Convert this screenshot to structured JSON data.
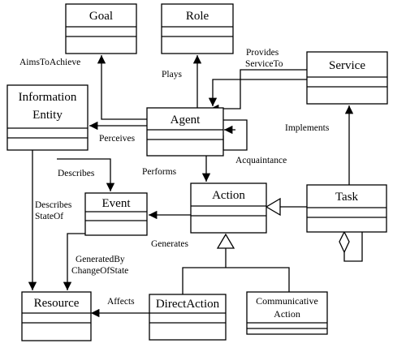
{
  "classes": {
    "goal": "Goal",
    "role": "Role",
    "service": "Service",
    "information_entity_line1": "Information",
    "information_entity_line2": "Entity",
    "agent": "Agent",
    "event": "Event",
    "action": "Action",
    "task": "Task",
    "resource": "Resource",
    "direct_action": "DirectAction",
    "communicative_action_line1": "Communicative",
    "communicative_action_line2": "Action"
  },
  "relations": {
    "aims_to_achieve": "AimsToAchieve",
    "plays": "Plays",
    "provides_service_to_line1": "Provides",
    "provides_service_to_line2": "ServiceTo",
    "perceives": "Perceives",
    "implements": "Implements",
    "acquaintance": "Acquaintance",
    "describes": "Describes",
    "performs": "Performs",
    "describes_state_of_line1": "Describes",
    "describes_state_of_line2": "StateOf",
    "generates": "Generates",
    "generated_by_line1": "GeneratedBy",
    "generated_by_line2": "ChangeOfState",
    "affects": "Affects"
  }
}
